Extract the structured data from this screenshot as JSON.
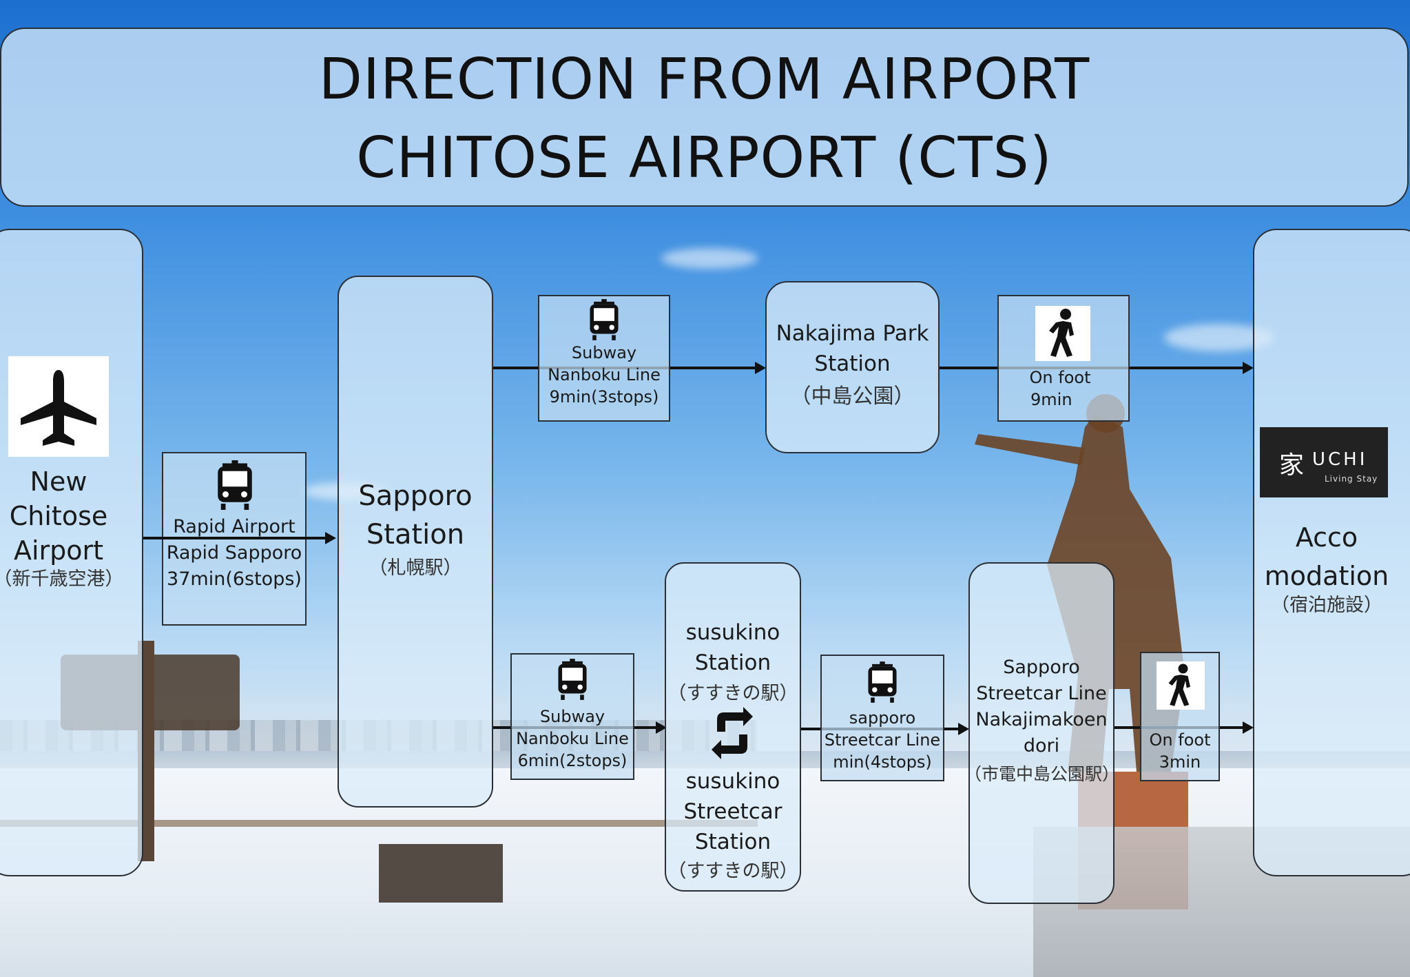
{
  "title": {
    "line1": "DIRECTION FROM AIRPORT",
    "line2": "CHITOSE AIRPORT (CTS)"
  },
  "nodes": {
    "airport": {
      "name_lines": [
        "New",
        "Chitose",
        "Airport"
      ],
      "jp": "（新千歳空港）",
      "icon": "airplane-icon"
    },
    "sapporo": {
      "name_lines": [
        "Sapporo",
        "Station"
      ],
      "jp": "（札幌駅）"
    },
    "nakajima": {
      "name_lines": [
        "Nakajima Park",
        "Station"
      ],
      "jp": "（中島公園）"
    },
    "susukino": {
      "name_lines": [
        "susukino",
        "Station"
      ],
      "jp": "（すすきの駅）"
    },
    "susukino_streetcar": {
      "name_lines": [
        "susukino",
        "Streetcar",
        "Station"
      ],
      "jp": "（すすきの駅）"
    },
    "streetcar_stop": {
      "name_lines": [
        "Sapporo",
        "Streetcar Line",
        "Nakajimakoen",
        "dori"
      ],
      "jp": "（市電中島公園駅）"
    },
    "accommodation": {
      "name_lines": [
        "Acco",
        "modation"
      ],
      "jp": "（宿泊施設）",
      "logo_mark": "家",
      "logo_text": "UCHI",
      "logo_sub": "Living Stay"
    }
  },
  "legs": {
    "rapid": {
      "lines": [
        "Rapid Airport",
        "Rapid Sapporo",
        "37min(6stops)"
      ],
      "icon": "train-icon"
    },
    "subway_top": {
      "lines": [
        "Subway",
        "Nanboku Line",
        "9min(3stops)"
      ],
      "icon": "train-icon"
    },
    "foot_top": {
      "lines": [
        "On foot",
        "9min"
      ],
      "icon": "walking-person-icon"
    },
    "subway_bottom": {
      "lines": [
        "Subway",
        "Nanboku Line",
        "6min(2stops)"
      ],
      "icon": "train-icon"
    },
    "streetcar": {
      "lines": [
        "sapporo",
        "Streetcar Line",
        "min(4stops)"
      ],
      "icon": "train-icon"
    },
    "foot_bottom": {
      "lines": [
        "On foot",
        "3min"
      ],
      "icon": "walking-person-icon"
    },
    "transfer": {
      "icon": "transfer-arrows-icon"
    }
  },
  "colors": {
    "panel": "#daecfa",
    "border": "#2a2f36",
    "text": "#111111"
  }
}
